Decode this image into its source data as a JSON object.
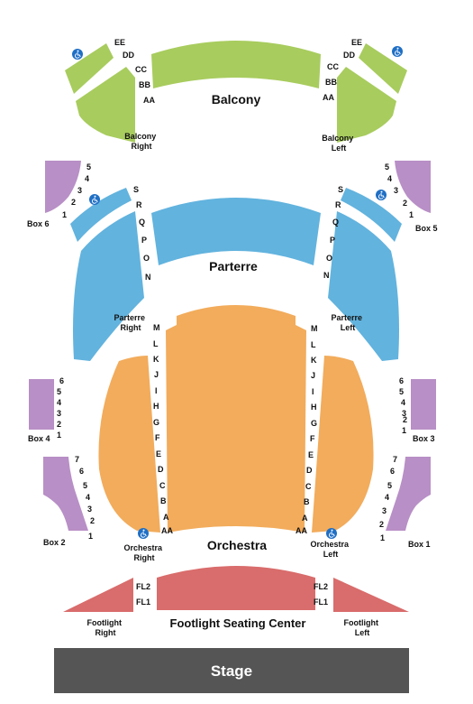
{
  "colors": {
    "balcony": "#a8cc5e",
    "parterre": "#62b3de",
    "orchestra": "#f2ac5c",
    "boxes": "#b88fc6",
    "footlight": "#d96c6c",
    "stage": "#555555",
    "accessible": "#1f6fc5"
  },
  "icons": {
    "accessible": "wheelchair-icon"
  },
  "sections": {
    "balcony": "Balcony",
    "balcony_right": [
      "Balcony",
      "Right"
    ],
    "balcony_left": [
      "Balcony",
      "Left"
    ],
    "parterre": "Parterre",
    "parterre_right": [
      "Parterre",
      "Right"
    ],
    "parterre_left": [
      "Parterre",
      "Left"
    ],
    "orchestra": "Orchestra",
    "orchestra_right": [
      "Orchestra",
      "Right"
    ],
    "orchestra_left": [
      "Orchestra",
      "Left"
    ],
    "footlight_center": "Footlight Seating Center",
    "footlight_right": [
      "Footlight",
      "Right"
    ],
    "footlight_left": [
      "Footlight",
      "Left"
    ],
    "stage": "Stage",
    "box1": "Box 1",
    "box2": "Box 2",
    "box3": "Box 3",
    "box4": "Box 4",
    "box5": "Box 5",
    "box6": "Box 6"
  },
  "rows": {
    "balcony": [
      "EE",
      "DD",
      "CC",
      "BB",
      "AA"
    ],
    "parterre": [
      "S",
      "R",
      "Q",
      "P",
      "O",
      "N"
    ],
    "orchestra": [
      "M",
      "L",
      "K",
      "J",
      "I",
      "H",
      "G",
      "F",
      "E",
      "D",
      "C",
      "B",
      "A",
      "AA"
    ],
    "footlight": [
      "FL2",
      "FL1"
    ],
    "box_upper": [
      "5",
      "4",
      "3",
      "2",
      "1"
    ],
    "box_mid": [
      "6",
      "5",
      "4",
      "3",
      "2",
      "1"
    ],
    "box_lower": [
      "7",
      "6",
      "5",
      "4",
      "3",
      "2",
      "1"
    ]
  }
}
